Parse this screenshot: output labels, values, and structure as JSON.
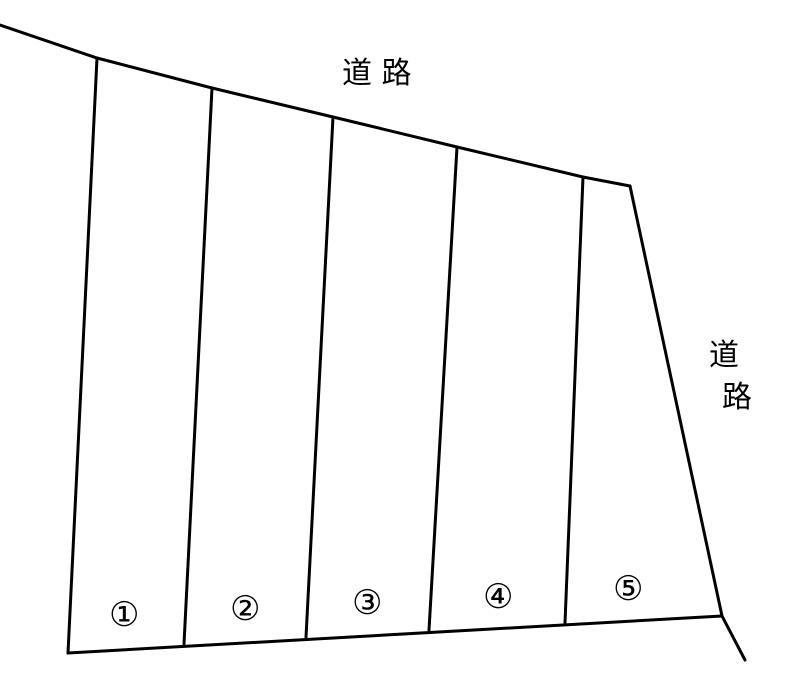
{
  "roads": {
    "top_label": "道 路",
    "right_label_chars": [
      "道",
      "路"
    ]
  },
  "lots": [
    {
      "number": "①"
    },
    {
      "number": "②"
    },
    {
      "number": "③"
    },
    {
      "number": "④"
    },
    {
      "number": "⑤"
    }
  ]
}
